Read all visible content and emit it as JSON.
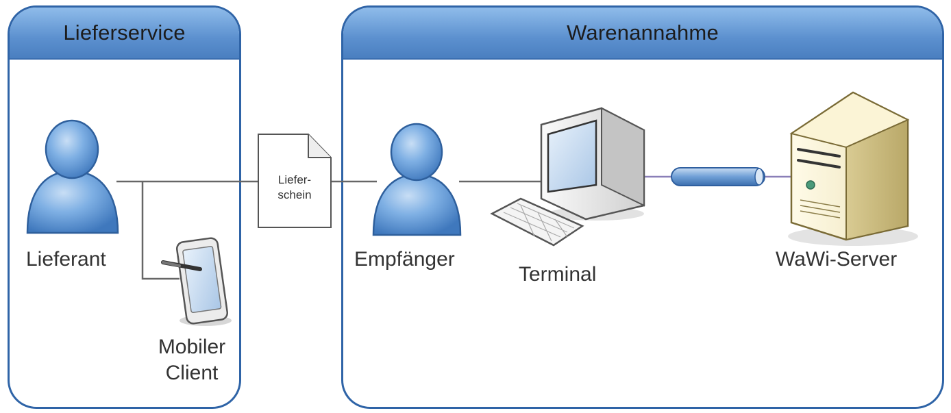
{
  "lanes": {
    "lieferservice": {
      "title": "Lieferservice"
    },
    "warenannahme": {
      "title": "Warenannahme"
    }
  },
  "nodes": {
    "lieferant": {
      "label": "Lieferant",
      "icon": "person-icon"
    },
    "mobiler_client": {
      "label_line1": "Mobiler",
      "label_line2": "Client",
      "icon": "tablet-icon"
    },
    "lieferschein": {
      "label_line1": "Liefer-",
      "label_line2": "schein",
      "icon": "document-icon"
    },
    "empfaenger": {
      "label": "Empfänger",
      "icon": "person-icon"
    },
    "terminal": {
      "label": "Terminal",
      "icon": "computer-icon"
    },
    "wawi_server": {
      "label": "WaWi-Server",
      "icon": "server-icon"
    }
  },
  "colors": {
    "lane_border": "#2f64a7",
    "lane_header": "#5c90cf",
    "person_fill": "#6fa2dc",
    "connector": "#666666",
    "network_link": "#8a7fb8"
  }
}
